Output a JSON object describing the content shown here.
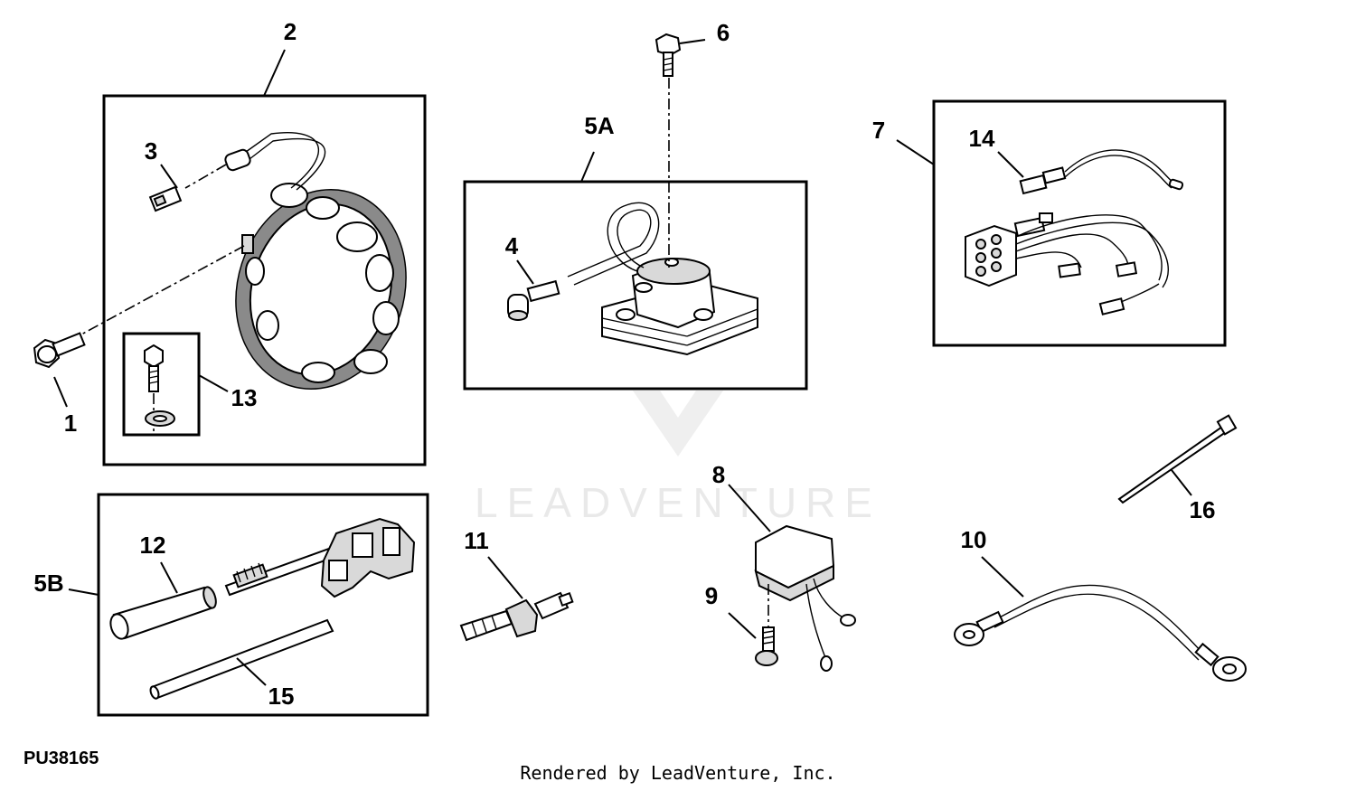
{
  "diagram": {
    "document_code": "PU38165",
    "footer": "Rendered by LeadVenture, Inc.",
    "watermark": "LEADVENTURE",
    "callouts": {
      "c1": "1",
      "c2": "2",
      "c3": "3",
      "c4": "4",
      "c5a": "5A",
      "c5b": "5B",
      "c6": "6",
      "c7": "7",
      "c8": "8",
      "c9": "9",
      "c10": "10",
      "c11": "11",
      "c12": "12",
      "c13": "13",
      "c14": "14",
      "c15": "15",
      "c16": "16"
    }
  }
}
